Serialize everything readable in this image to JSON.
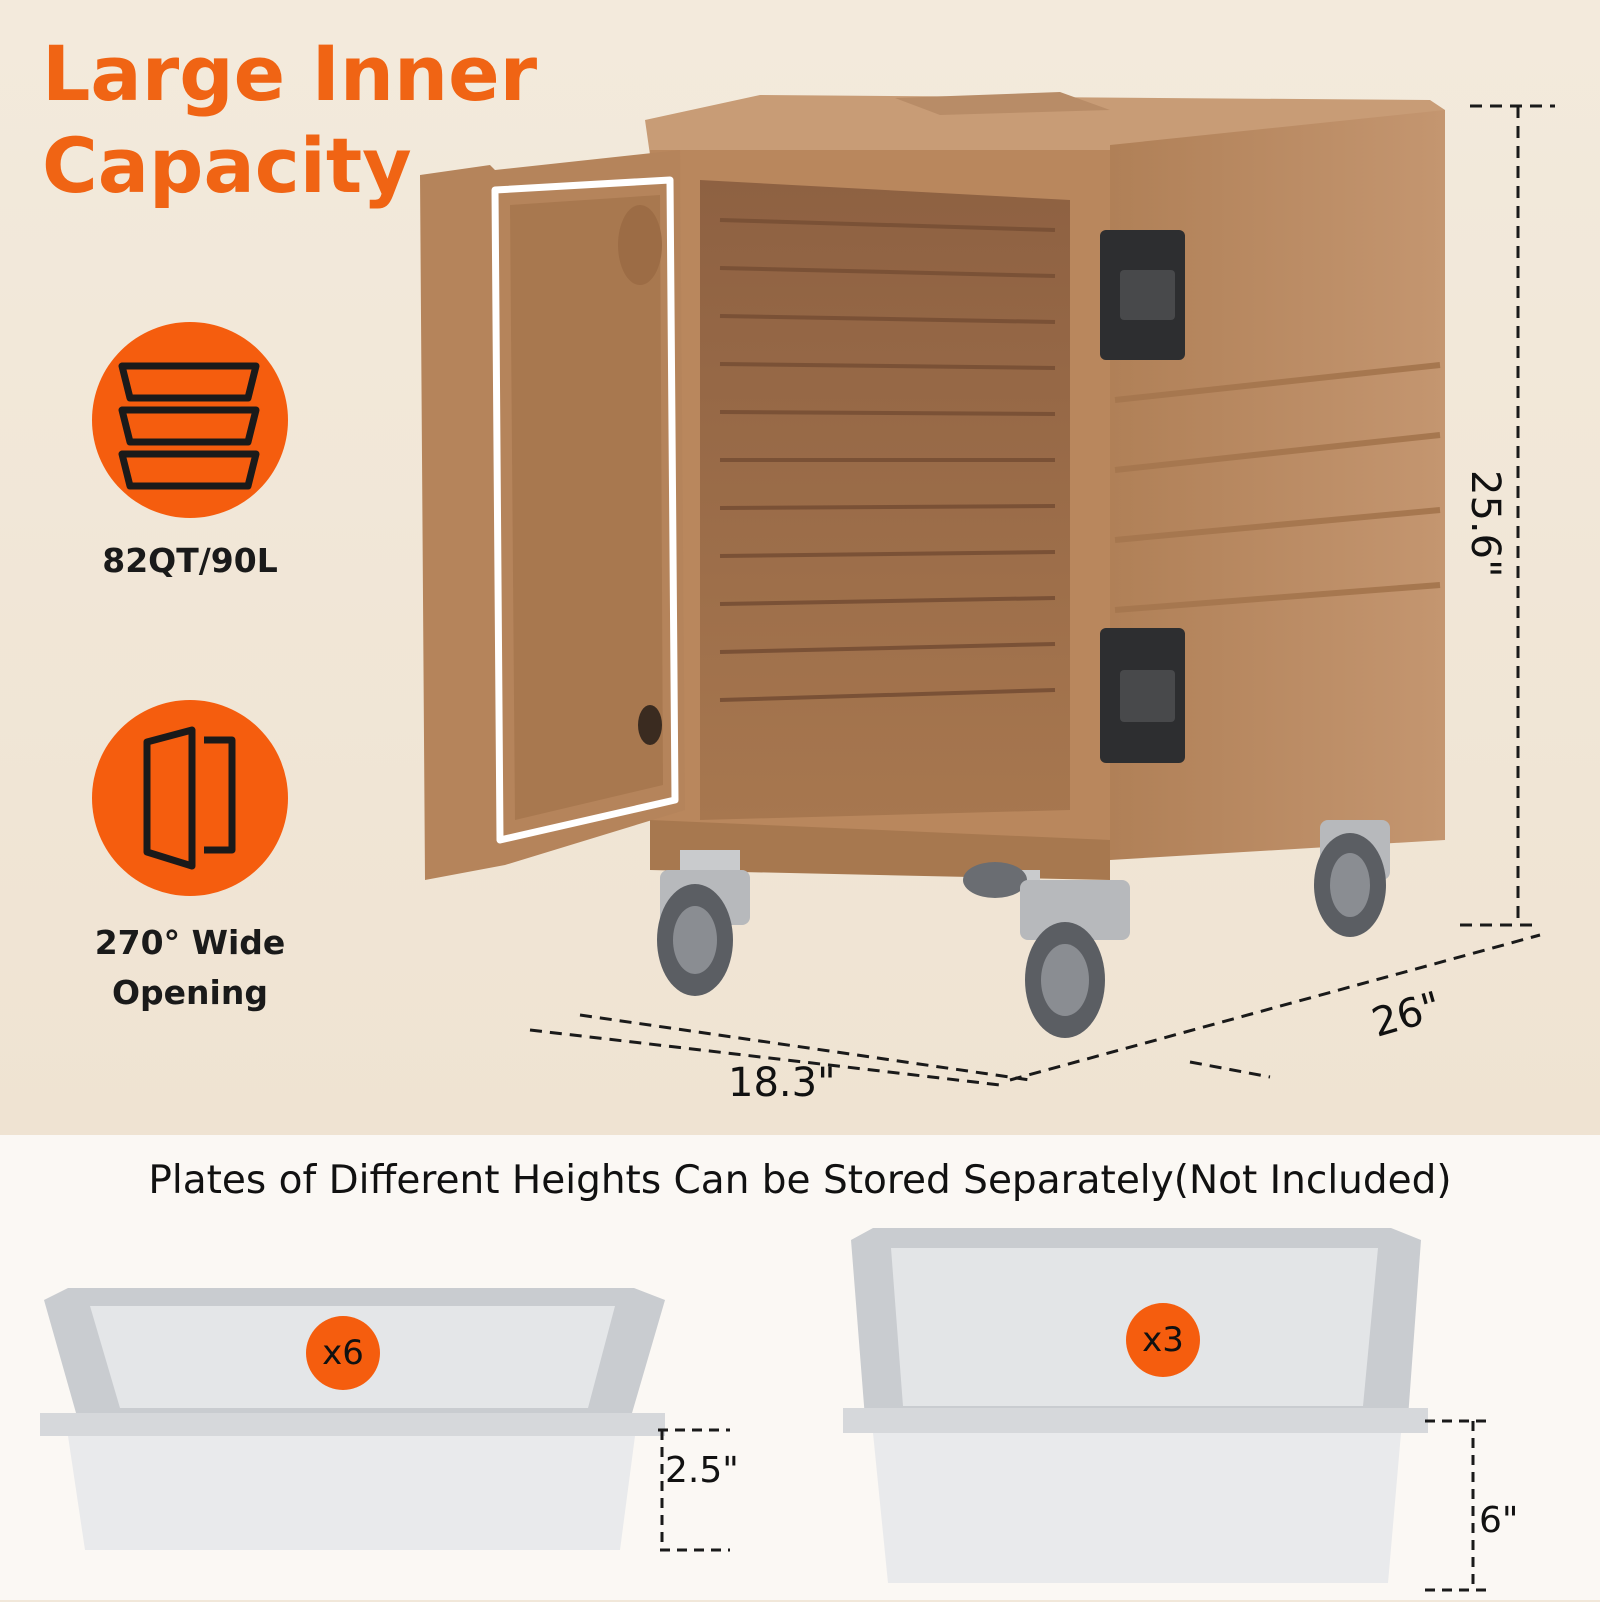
{
  "headline": {
    "line1": "Large Inner",
    "line2": "Capacity"
  },
  "features": [
    {
      "icon": "stacked-pans-icon",
      "label": "82QT/90L"
    },
    {
      "icon": "door-opening-icon",
      "label_line1": "270° Wide",
      "label_line2": "Opening"
    }
  ],
  "dimensions": {
    "height": "25.6\"",
    "width": "18.3\"",
    "depth": "26\""
  },
  "caption": "Plates of Different Heights Can be Stored Separately(Not Included)",
  "pans": [
    {
      "badge": "x6",
      "height": "2.5\""
    },
    {
      "badge": "x3",
      "height": "6\""
    }
  ],
  "colors": {
    "accent": "#f55d0e",
    "headline": "#f06414",
    "cart": "#b98a62",
    "background": "#f1e7d9"
  }
}
